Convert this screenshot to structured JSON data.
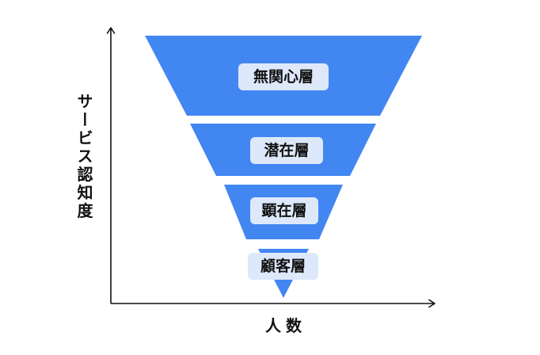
{
  "axes": {
    "y_label": "サービス認知度",
    "x_label": "人数"
  },
  "funnel": {
    "segments": [
      {
        "label": "無関心層"
      },
      {
        "label": "潜在層"
      },
      {
        "label": "顕在層"
      },
      {
        "label": "顧客層"
      }
    ],
    "fill_color": "#4286f2",
    "label_background": "#dde8fb"
  }
}
